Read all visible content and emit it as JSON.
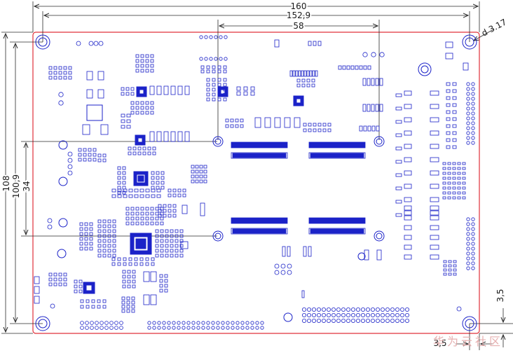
{
  "dimensions": {
    "overall_width": "160",
    "hole_pitch_x": "152,9",
    "center_span_x": "58",
    "overall_height": "108",
    "hole_pitch_y": "100,9",
    "connector_pitch_y": "34",
    "hole_diameter": "d 3.17",
    "hole_offset_right": "3,5",
    "hole_offset_bottom": "3,5"
  },
  "watermark": "华为云社区",
  "colors": {
    "outline": "#e0303a",
    "components": "#1b22c8",
    "dimension_lines": "#2a2a2a"
  }
}
